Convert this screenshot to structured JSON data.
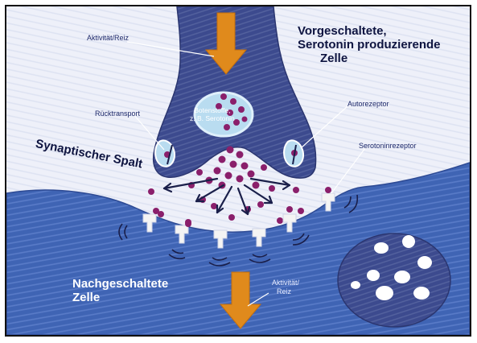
{
  "labels": {
    "activity_top": "Aktivität/Reiz",
    "presynaptic_cell_line1": "Vorgeschaltete,",
    "presynaptic_cell_line2": "Serotonin produzierende",
    "presynaptic_cell_line3": "Zelle",
    "reuptake": "Rücktransport",
    "messenger_line1": "Botenstoffe,",
    "messenger_line2": "z. B. Serotonin",
    "autoreceptor": "Autorezeptor",
    "synaptic_cleft": "Synaptischer Spalt",
    "serotonin_receptor": "Serotoninrezeptor",
    "postsynaptic_cell_line1": "Nachgeschaltete",
    "postsynaptic_cell_line2": "Zelle",
    "activity_bottom_line1": "Aktivität/",
    "activity_bottom_line2": "Reiz"
  },
  "colors": {
    "presynaptic_cell": "#3c4a8e",
    "postsynaptic_cell": "#3f64b4",
    "cleft": "#f2f3fa",
    "vesicle": "#b9dcf0",
    "serotonin": "#8a1f6b",
    "arrow": "#e08a1c",
    "receptor": "#f4f4f4"
  }
}
